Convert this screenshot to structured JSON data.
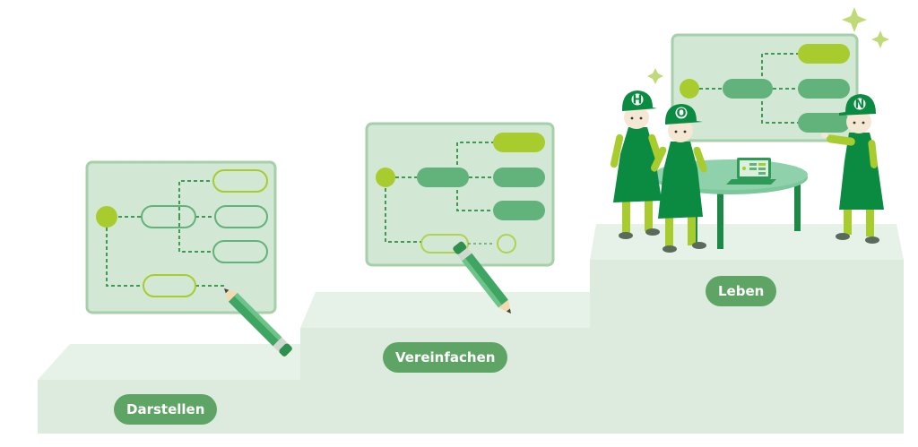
{
  "steps": {
    "step1": {
      "label": "Darstellen"
    },
    "step2": {
      "label": "Vereinfachen"
    },
    "step3": {
      "label": "Leben"
    }
  },
  "people": {
    "left_letter": "H",
    "middle_letter": "O",
    "right_letter": "N"
  },
  "colors": {
    "step_front": "#dcebdd",
    "step_top": "#e9f3ea",
    "board": "#d3e8d4",
    "board_border": "#9fcca3",
    "lime": "#a8cc2d",
    "mid_green": "#5fb57f",
    "dark_green": "#0b8a42",
    "label_bg": "#5ea565",
    "label_text": "#ffffff"
  }
}
